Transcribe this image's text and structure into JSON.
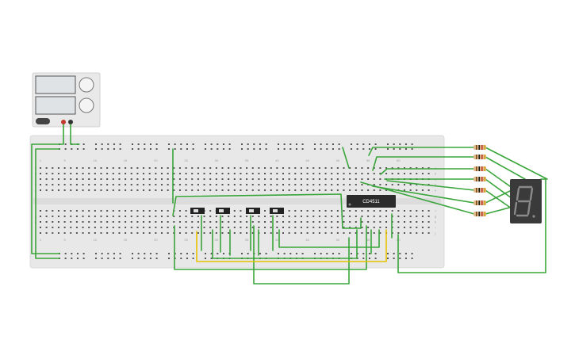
{
  "power_supply": {
    "knob_labels": [
      "",
      ""
    ]
  },
  "breadboard": {
    "column_numbers": [
      "1",
      "5",
      "10",
      "15",
      "20",
      "25",
      "30",
      "35",
      "40",
      "45",
      "50",
      "55",
      "60"
    ],
    "row_letters_top": [
      "a",
      "b",
      "c",
      "d",
      "e"
    ],
    "row_letters_bottom": [
      "f",
      "g",
      "h",
      "i",
      "j"
    ]
  },
  "ic": {
    "label": "CD4511"
  },
  "colors": {
    "wire_green": "#3aa53a",
    "wire_yellow": "#e6c200",
    "breadboard": "#e8e8e8",
    "chip": "#2b2b2b",
    "display": "#3a3a3a"
  }
}
